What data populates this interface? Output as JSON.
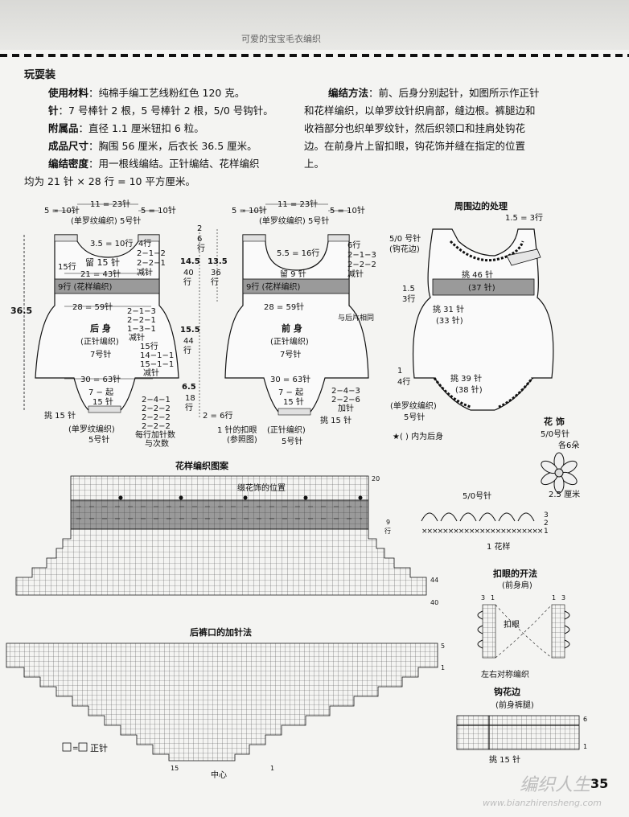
{
  "header": {
    "top": "可爱的宝宝毛衣编织"
  },
  "article": {
    "title": "玩耍装",
    "materials_label": "使用材料",
    "materials": "：纯棉手编工艺线粉红色 120 克。",
    "needles_label": "针",
    "needles": "：7 号棒针 2 根，5 号棒针 2 根，5/0 号钩针。",
    "accessory_label": "附属品",
    "accessory": "：直径 1.1 厘米钮扣 6 粒。",
    "size_label": "成品尺寸",
    "size": "：胸围 56 厘米，后衣长 36.5 厘米。",
    "density_label": "编结密度",
    "density": "：用一根线编结。正针编结、花样编织",
    "density2": "均为 21 针 × 28 行 = 10 平方厘米。",
    "method_label": "编结方法",
    "method1": "：前、后身分别起针，如图所示作正针",
    "method2": "和花样编织，以单罗纹针织肩部，缝边根。裤腿边和",
    "method3": "收裆部分也织单罗纹针，然后织领口和挂肩处钩花",
    "method4": "边。在前身片上留扣眼，钩花饰并缝在指定的位置",
    "method5": "上。"
  },
  "back": {
    "t1": "5 = 10针",
    "t2": "11 = 23针",
    "t3": "5 = 10针",
    "rib": "(单罗纹编织) 5号针",
    "neck": "3.5 = 10行",
    "neckrow": "4行",
    "leave": "留 15 针",
    "dec1": "2−1−2",
    "dec2": "2−2−1",
    "dec3": "减针",
    "rows": "15行",
    "arm": "21 = 43针",
    "pat": "9行  (花样编织)",
    "chest": "28 = 59针",
    "name": "后 身",
    "st": "(正针编织)",
    "needle": "7号针",
    "s1": "2−1−3",
    "s2": "2−2−1",
    "s3": "1−3−1",
    "s4": "减针",
    "r1": "15行",
    "r2": "14−1−1",
    "r3": "15−1−1",
    "r4": "减针",
    "h": "36.5",
    "bot": "30 = 63针",
    "start": "7 − 起",
    "b15": "15 针",
    "pick": "挑 15 针",
    "l1": "2−4−1",
    "l2": "2−2−2",
    "l3": "2−2−2",
    "l4": "2−2−2",
    "l5": "每行加针数",
    "l6": "与次数",
    "rib2": "(单罗纹编织)",
    "n2": "5号针"
  },
  "mid": {
    "a1": "2",
    "a2": "6",
    "a3": "行",
    "b1": "14.5",
    "b2": "40",
    "b3": "行",
    "c1": "13.5",
    "c2": "36",
    "c3": "行",
    "d1": "15.5",
    "d2": "44",
    "d3": "行",
    "e1": "6.5",
    "e2": "18",
    "e3": "行",
    "f1": "2 = 6行"
  },
  "front": {
    "t1": "5 = 10针",
    "t2": "11 = 23针",
    "t3": "5 = 10针",
    "rib": "(单罗纹编织) 5号针",
    "neck": "5.5 = 16行",
    "n1": "6行",
    "n2": "2−1−3",
    "n3": "2−2−2",
    "n4": "减针",
    "leave": "留 9 针",
    "pat": "9行  (花样编织)",
    "chest": "28 = 59针",
    "name": "前 身",
    "st": "(正针编织)",
    "needle": "7号针",
    "side": "与后片相同",
    "bot": "30 = 63针",
    "start": "7 − 起",
    "b15": "15 针",
    "a1": "2−4−3",
    "a2": "2−2−6",
    "a3": "加针",
    "btn": "1 针的扣眼",
    "ref": "(参照图)",
    "pick": "挑 15 针",
    "rib2": "(正针编织)",
    "n5": "5号针"
  },
  "edge": {
    "title": "周围边的处理",
    "top": "1.5 = 3行",
    "side1": "5/0 号针",
    "side2": "(钩花边)",
    "p46": "挑 46 针",
    "p37": "(37 针)",
    "h1": "1.5",
    "h2": "3行",
    "p31": "挑 31 针",
    "p33": "(33 针)",
    "v1": "1",
    "v2": "4行",
    "p39": "挑 39 针",
    "p38": "(38 针)",
    "rib": "(单罗纹编织)",
    "n5": "5号针",
    "note": "★(  ) 内为后身"
  },
  "flower": {
    "title": "花  饰",
    "hook": "5/0号针",
    "count": "各6朵",
    "dia": "2.5 厘米"
  },
  "motif": {
    "hook": "5/0号针",
    "r3": "3",
    "r2": "2",
    "r1": "1",
    "rep": "1 花样"
  },
  "btnhole": {
    "title": "扣眼的开法",
    "sub": "(前身肩)",
    "c1": "3",
    "c2": "1",
    "c3": "1",
    "c4": "3",
    "label": "扣眼",
    "sym": "左右对称编织"
  },
  "crochet": {
    "title": "钩花边",
    "sub": "(前身裤腿)",
    "pick": "挑 15 针",
    "r6": "6",
    "r1": "1"
  },
  "chart1": {
    "title": "花样编织图案",
    "pos": "缀花饰的位置",
    "top": "20",
    "r9a": "9",
    "r9b": "行",
    "r44": "44",
    "r40": "40"
  },
  "chart2": {
    "title": "后裤口的加针法",
    "r5": "5",
    "r1": "1",
    "c15": "15",
    "c1": "1",
    "mid": "中心"
  },
  "legend": {
    "sym": "正针"
  },
  "footer": {
    "page": "35",
    "wm": "编织人生",
    "url": "www.bianzhirensheng.com"
  }
}
